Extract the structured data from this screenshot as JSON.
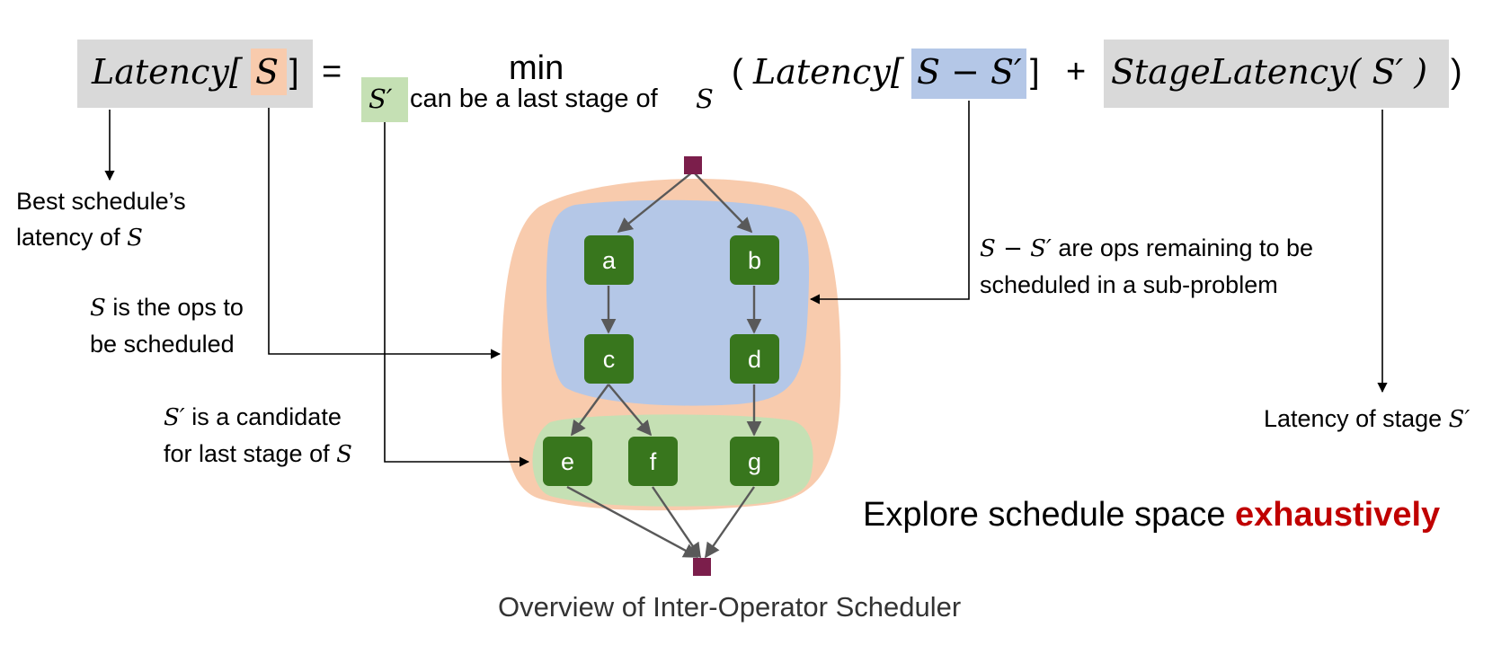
{
  "formula": {
    "lhs_word": "Latency[",
    "lhs_var": "S",
    "lhs_close": "]",
    "equals": "=",
    "min_word": "min",
    "sub_var": "S′",
    "sub_text": "can be a last stage of",
    "sub_tail_var": "S",
    "open_paren": "(",
    "rhs_word": "Latency[",
    "rhs_var": "S − S′",
    "rhs_close": "]",
    "plus": "+",
    "stage_term": "StageLatency( S′ )",
    "close_paren": ")"
  },
  "annotations": {
    "best_line1": "Best schedule’s",
    "best_line2": "latency of",
    "best_var": "S",
    "s_var": "S",
    "s_line1": " is the ops to",
    "s_line2": "be scheduled",
    "sp_var": "S′",
    "sp_line1": " is a candidate",
    "sp_line2": "for last stage of",
    "sp_line2_var": "S",
    "rem_var": "S − S′",
    "rem_line1": " are ops remaining to be",
    "rem_line2": "scheduled in a sub-problem",
    "stage_line": "Latency of stage",
    "stage_var": "S′"
  },
  "explore": {
    "prefix": "Explore schedule space ",
    "highlight": "exhaustively"
  },
  "caption": "Overview of Inter-Operator Scheduler",
  "nodes": [
    "a",
    "b",
    "c",
    "d",
    "e",
    "f",
    "g"
  ],
  "colors": {
    "gray_box": "#d9d9d9",
    "orange_set": "#f8cbad",
    "blue_set": "#b4c7e7",
    "green_set": "#c5e0b4",
    "node_fill": "#38761d",
    "terminal_fill": "#7b1e4b",
    "edge": "#595959",
    "highlight_text": "#c00000"
  }
}
